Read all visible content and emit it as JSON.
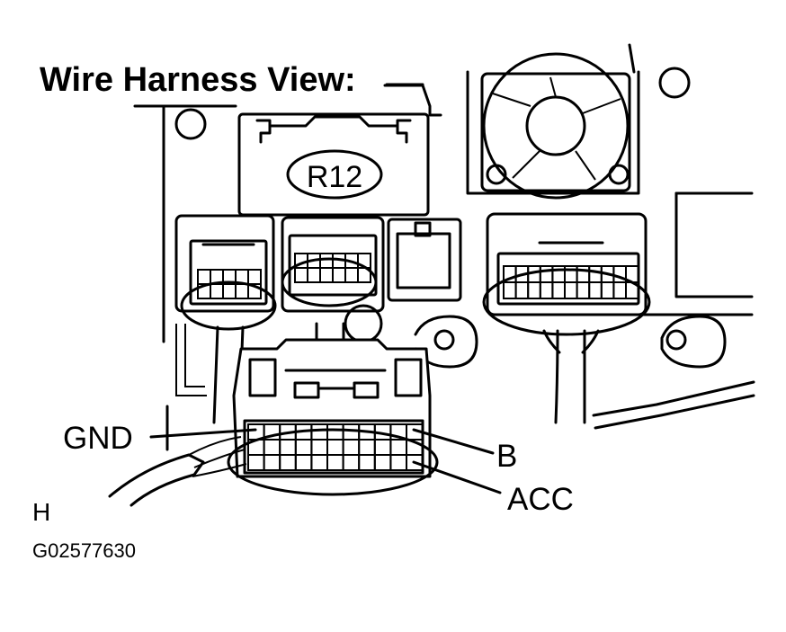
{
  "title": "Wire Harness View:",
  "connector_label": "R12",
  "terminals": {
    "gnd": "GND",
    "b": "B",
    "acc": "ACC"
  },
  "corner_mark": "H",
  "figure_code": "G02577630"
}
